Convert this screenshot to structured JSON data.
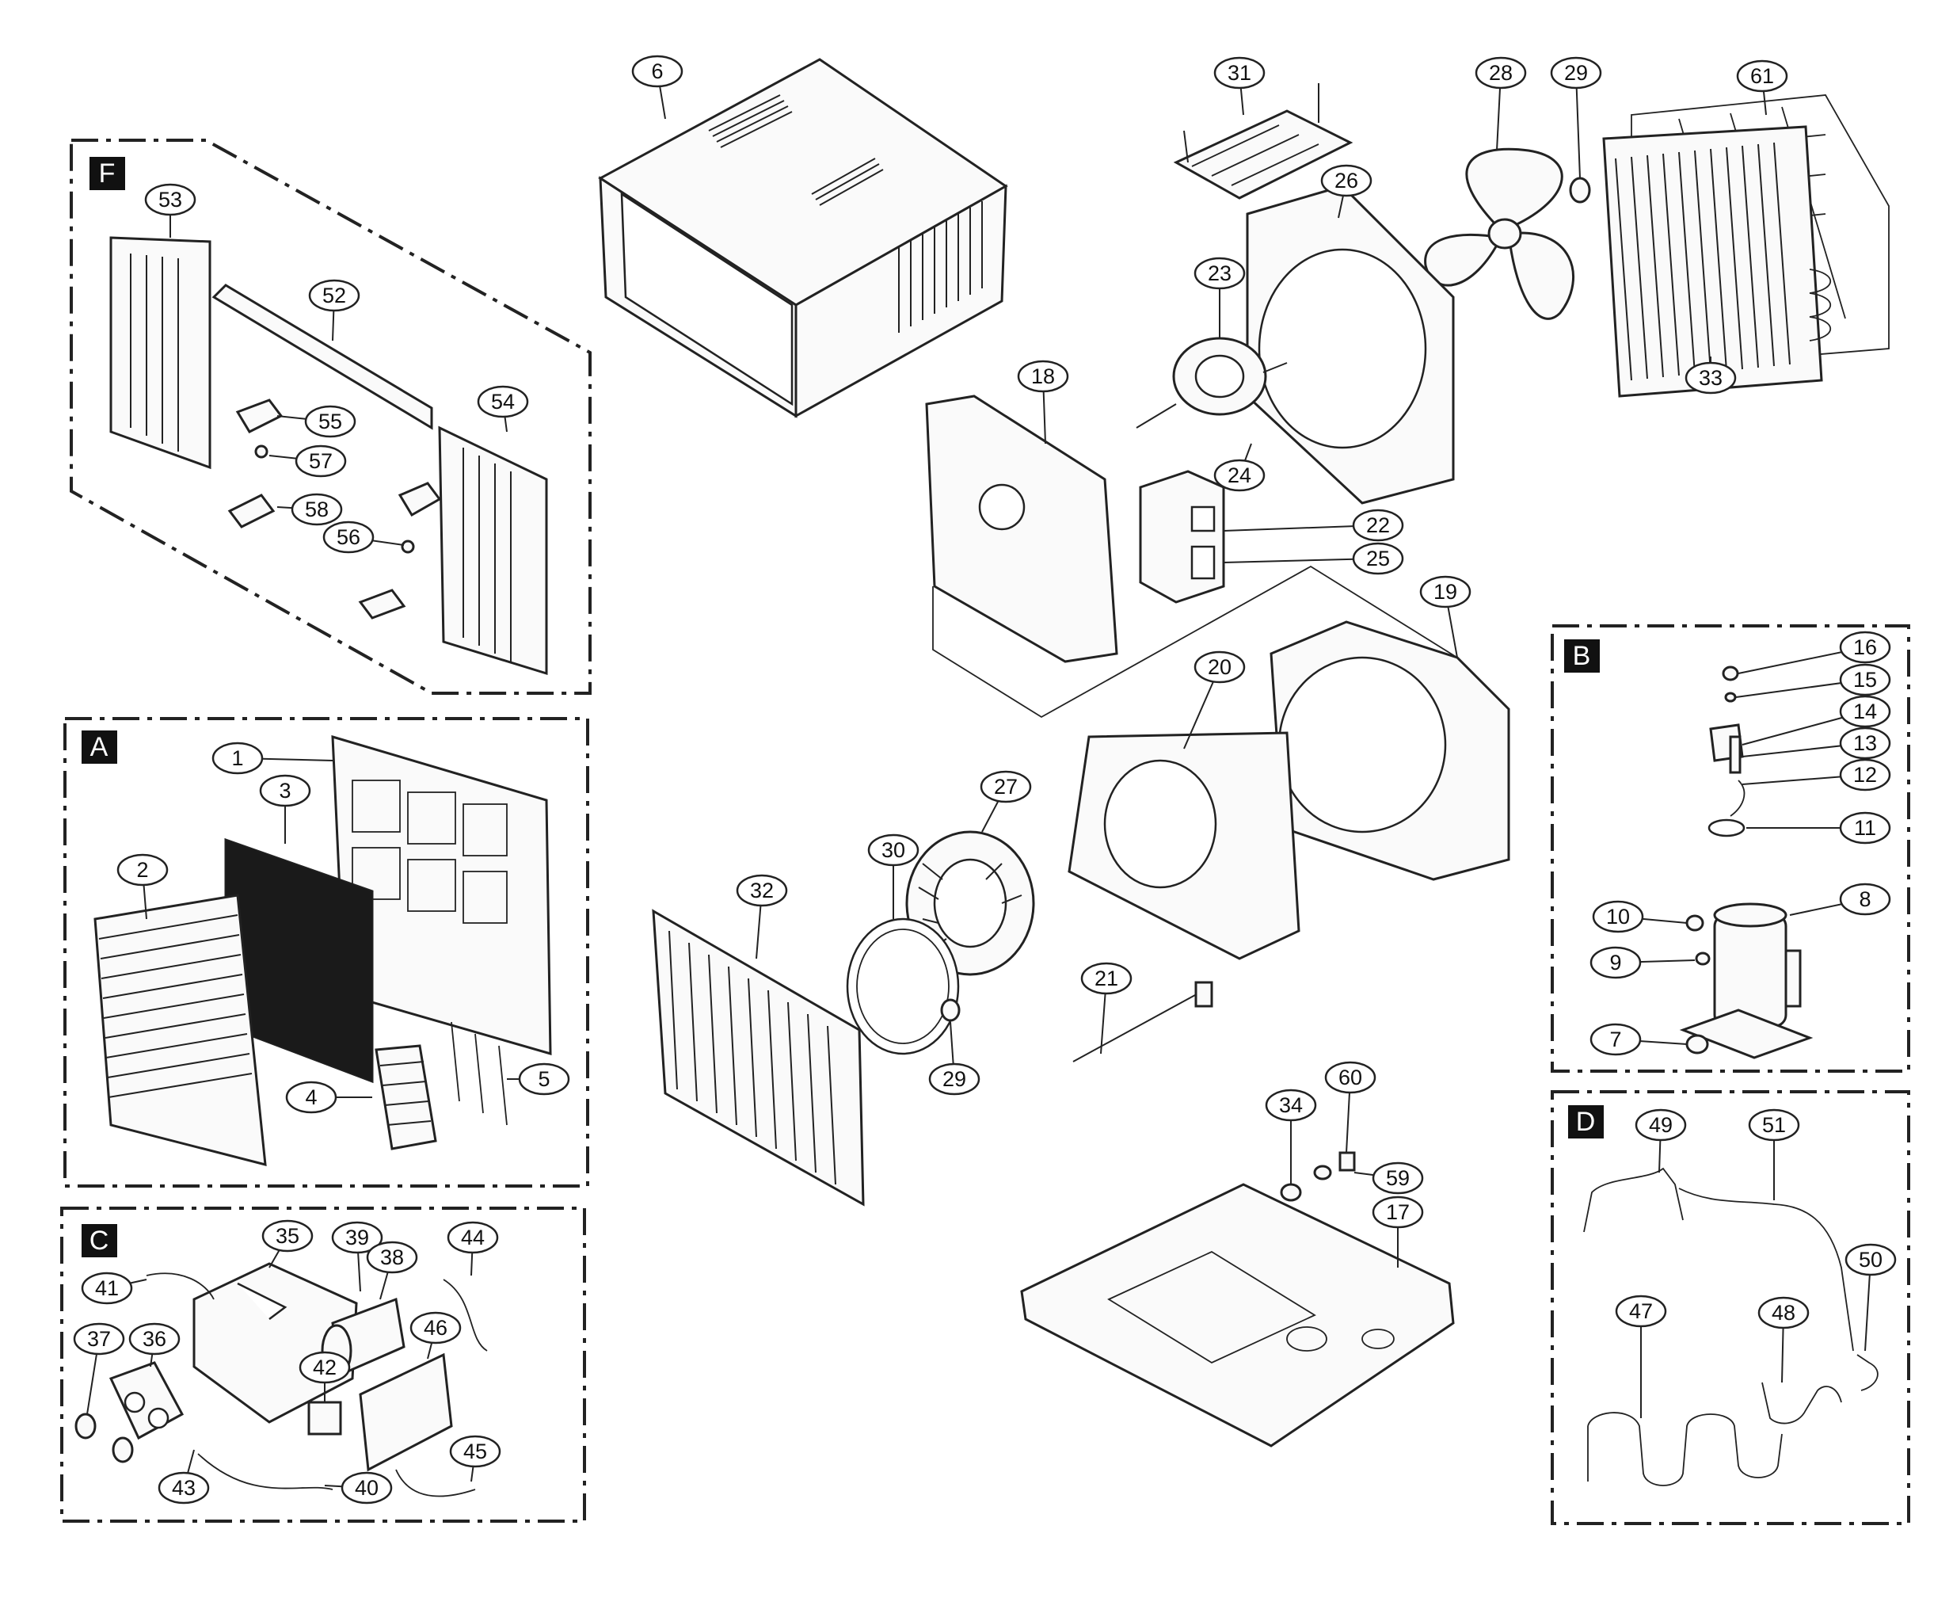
{
  "sections": [
    {
      "id": "F",
      "label": "F"
    },
    {
      "id": "A",
      "label": "A"
    },
    {
      "id": "C",
      "label": "C"
    },
    {
      "id": "B",
      "label": "B"
    },
    {
      "id": "D",
      "label": "D"
    }
  ],
  "callouts": [
    {
      "id": "6",
      "label": "6"
    },
    {
      "id": "31",
      "label": "31"
    },
    {
      "id": "28",
      "label": "28"
    },
    {
      "id": "29a",
      "label": "29"
    },
    {
      "id": "61",
      "label": "61"
    },
    {
      "id": "26",
      "label": "26"
    },
    {
      "id": "23",
      "label": "23"
    },
    {
      "id": "18",
      "label": "18"
    },
    {
      "id": "33",
      "label": "33"
    },
    {
      "id": "24",
      "label": "24"
    },
    {
      "id": "22",
      "label": "22"
    },
    {
      "id": "25",
      "label": "25"
    },
    {
      "id": "19",
      "label": "19"
    },
    {
      "id": "20",
      "label": "20"
    },
    {
      "id": "30",
      "label": "30"
    },
    {
      "id": "27",
      "label": "27"
    },
    {
      "id": "32",
      "label": "32"
    },
    {
      "id": "21",
      "label": "21"
    },
    {
      "id": "29b",
      "label": "29"
    },
    {
      "id": "34",
      "label": "34"
    },
    {
      "id": "60",
      "label": "60"
    },
    {
      "id": "59",
      "label": "59"
    },
    {
      "id": "17",
      "label": "17"
    },
    {
      "id": "53",
      "label": "53"
    },
    {
      "id": "52",
      "label": "52"
    },
    {
      "id": "54",
      "label": "54"
    },
    {
      "id": "55",
      "label": "55"
    },
    {
      "id": "57",
      "label": "57"
    },
    {
      "id": "58",
      "label": "58"
    },
    {
      "id": "56",
      "label": "56"
    },
    {
      "id": "1",
      "label": "1"
    },
    {
      "id": "3",
      "label": "3"
    },
    {
      "id": "2",
      "label": "2"
    },
    {
      "id": "4",
      "label": "4"
    },
    {
      "id": "5",
      "label": "5"
    },
    {
      "id": "35",
      "label": "35"
    },
    {
      "id": "39",
      "label": "39"
    },
    {
      "id": "44",
      "label": "44"
    },
    {
      "id": "38",
      "label": "38"
    },
    {
      "id": "41",
      "label": "41"
    },
    {
      "id": "37",
      "label": "37"
    },
    {
      "id": "36",
      "label": "36"
    },
    {
      "id": "46",
      "label": "46"
    },
    {
      "id": "42",
      "label": "42"
    },
    {
      "id": "43",
      "label": "43"
    },
    {
      "id": "40",
      "label": "40"
    },
    {
      "id": "45",
      "label": "45"
    },
    {
      "id": "16",
      "label": "16"
    },
    {
      "id": "15",
      "label": "15"
    },
    {
      "id": "14",
      "label": "14"
    },
    {
      "id": "13",
      "label": "13"
    },
    {
      "id": "12",
      "label": "12"
    },
    {
      "id": "11",
      "label": "11"
    },
    {
      "id": "8",
      "label": "8"
    },
    {
      "id": "10",
      "label": "10"
    },
    {
      "id": "9",
      "label": "9"
    },
    {
      "id": "7",
      "label": "7"
    },
    {
      "id": "49",
      "label": "49"
    },
    {
      "id": "51",
      "label": "51"
    },
    {
      "id": "50",
      "label": "50"
    },
    {
      "id": "47",
      "label": "47"
    },
    {
      "id": "48",
      "label": "48"
    }
  ]
}
